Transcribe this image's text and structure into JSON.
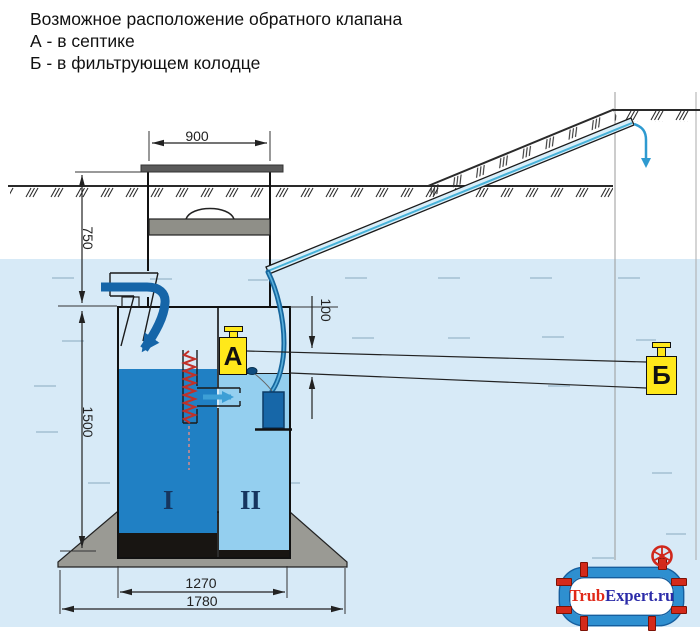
{
  "title": {
    "line1": "Возможное расположение обратного клапана",
    "line2": "А - в септике",
    "line3": "Б - в фильтрующем колодце"
  },
  "dimensions": {
    "neck_width": "900",
    "cover_depth": "750",
    "tank_height": "1500",
    "valve_offset": "100",
    "tank_width": "1270",
    "base_width": "1780"
  },
  "valves": {
    "a_label": "А",
    "b_label": "Б"
  },
  "chambers": {
    "first": "I",
    "second": "II"
  },
  "logo": {
    "text_red": "Trub",
    "text_blue": "Expert.ru"
  },
  "colors": {
    "groundwater": "#D7EAF7",
    "chamber1_water": "#2080C4",
    "chamber2_water": "#94CFEF",
    "sludge": "#181512",
    "valve_box": "#FFE81A",
    "flow_arrow": "#1565A8",
    "hose": "#16679E",
    "filter_coil": "#C23028",
    "logo_pipe": "#2E8FD0",
    "logo_red": "#D42A1A"
  }
}
